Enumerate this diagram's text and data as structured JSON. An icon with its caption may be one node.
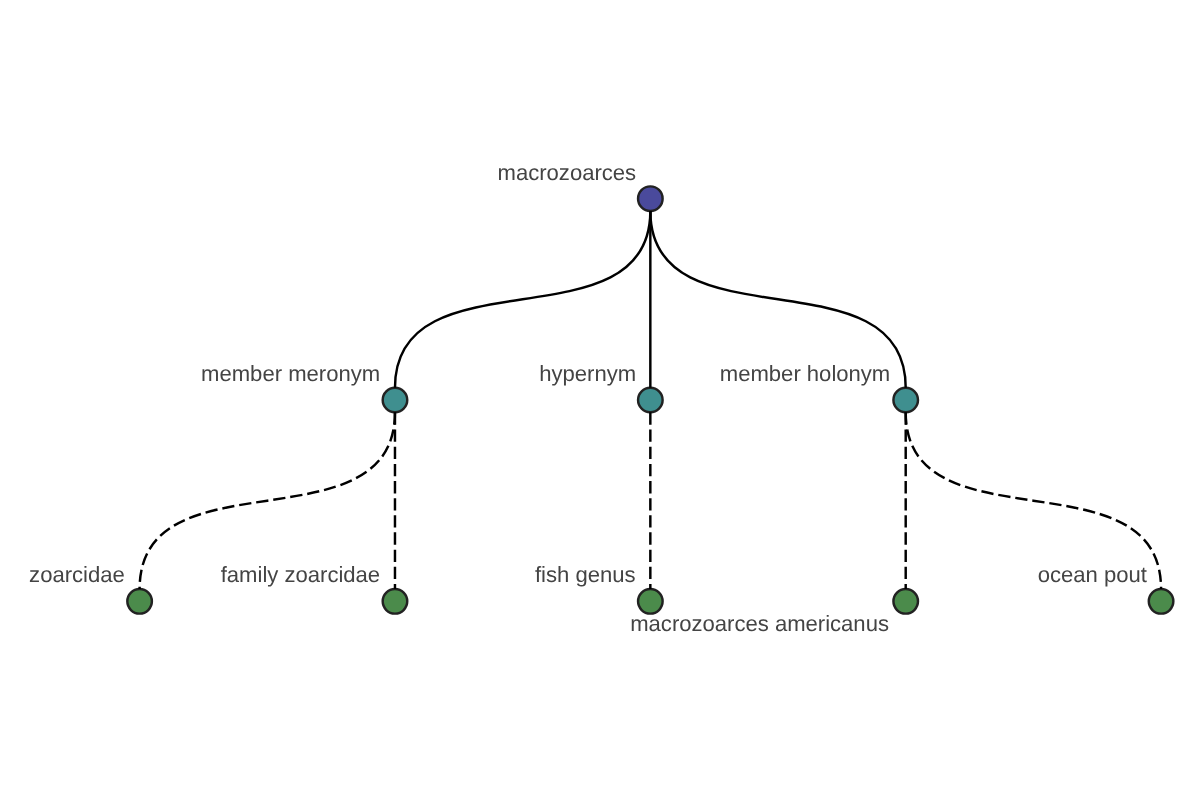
{
  "diagram": {
    "nodes": [
      {
        "text": [
          "macrozoarces"
        ]
      },
      {
        "text": [
          "member meronym"
        ]
      },
      {
        "text": [
          "hypernym"
        ]
      },
      {
        "text": [
          "member holonym"
        ]
      },
      {
        "text": [
          "zoarcidae"
        ]
      },
      {
        "text": [
          "family zoarcidae"
        ]
      },
      {
        "text": [
          "fish genus"
        ]
      },
      {
        "text": [
          "macrozoarces americanus"
        ]
      },
      {
        "text": [
          "ocean pout"
        ]
      }
    ],
    "edges": [
      {
        "from": 0,
        "to": 1,
        "arrow": "none"
      },
      {
        "from": 0,
        "to": 2,
        "arrow": "none"
      },
      {
        "from": 0,
        "to": 3,
        "arrow": "none"
      },
      {
        "from": 1,
        "to": 4,
        "arrow": "none",
        "style": "dashed"
      },
      {
        "from": 1,
        "to": 5,
        "arrow": "none",
        "style": "dashed"
      },
      {
        "from": 2,
        "to": 6,
        "arrow": "none",
        "style": "dashed"
      },
      {
        "from": 3,
        "to": 7,
        "arrow": "none",
        "style": "dashed"
      },
      {
        "from": 3,
        "to": 8,
        "arrow": "none",
        "style": "dashed"
      }
    ]
  }
}
